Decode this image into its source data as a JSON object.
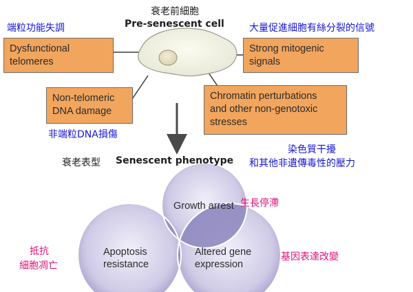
{
  "cell": {
    "title_zh": "衰老前細胞",
    "title_en": "Pre-senescent cell"
  },
  "boxes": {
    "dysfunctional": {
      "line1": "Dysfunctional",
      "line2": "telomeres",
      "label_zh": "端粒功能失調"
    },
    "nontelomeric": {
      "line1": "Non-telomeric",
      "line2": "DNA damage",
      "label_zh": "非端粒DNA損傷"
    },
    "mitogenic": {
      "line1": "Strong mitogenic",
      "line2": "signals",
      "label_zh": "大量促進細胞有絲分裂的信號"
    },
    "chromatin": {
      "line1": "Chromatin perturbations",
      "line2": "and other non-genotoxic",
      "line3": "stresses",
      "label_zh_1": "染色質干擾",
      "label_zh_2": "和其他非遺傳毒性的壓力"
    }
  },
  "phenotype": {
    "title_zh": "衰老表型",
    "title_en": "Senescent phenotype"
  },
  "venn": {
    "growth": {
      "label": "Growth arrest",
      "label_zh": "生長停滯"
    },
    "apoptosis": {
      "line1": "Apoptosis",
      "line2": "resistance",
      "label_zh_1": "抵抗",
      "label_zh_2": "細胞凋亡"
    },
    "altered": {
      "line1": "Altered gene",
      "line2": "expression",
      "label_zh": "基因表達改變"
    }
  },
  "colors": {
    "box_fill": "#f2a55d",
    "blue_text": "#1515d6",
    "pink_text": "#e0117a",
    "venn_fill": "#b8b2d6",
    "venn_overlap": "#6f68a8"
  }
}
